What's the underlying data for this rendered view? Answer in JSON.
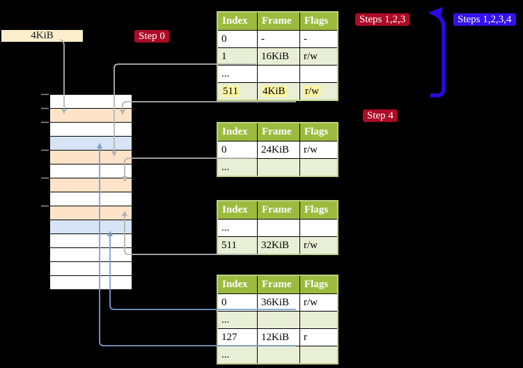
{
  "labels": {
    "frame_box": "4KiB",
    "step0": "Step 0",
    "steps123": "Steps 1,2,3",
    "steps1234": "Steps 1,2,3,4",
    "step4": "Step 4"
  },
  "colors": {
    "table_header_green": "#9cbb3e",
    "table_row_green": "#e9efd6",
    "highlight_yellow": "#fcf5a2",
    "frame_box_beige": "#fceecb",
    "memory_orange": "#fde3c8",
    "memory_blue": "#d6e4f5",
    "badge_red": "#ad0b26",
    "badge_blue": "#3312ec",
    "arrow_gray": "#b5b5b5",
    "arrow_steel_blue": "#7d9ecb",
    "big_arrow_blue": "#2b08e3"
  },
  "tables": [
    {
      "columns": [
        "Index",
        "Frame",
        "Flags"
      ],
      "rows": [
        {
          "cells": [
            "0",
            "-",
            "-"
          ]
        },
        {
          "cells": [
            "1",
            "16KiB",
            "r/w"
          ],
          "shaded": true
        },
        {
          "cells": [
            "...",
            "",
            ""
          ]
        },
        {
          "cells": [
            "511",
            "4KiB",
            "r/w"
          ],
          "shaded": true,
          "highlight": true
        }
      ]
    },
    {
      "columns": [
        "Index",
        "Frame",
        "Flags"
      ],
      "rows": [
        {
          "cells": [
            "0",
            "24KiB",
            "r/w"
          ]
        },
        {
          "cells": [
            "...",
            "",
            ""
          ],
          "shaded": true
        }
      ]
    },
    {
      "columns": [
        "Index",
        "Frame",
        "Flags"
      ],
      "rows": [
        {
          "cells": [
            "...",
            "",
            ""
          ]
        },
        {
          "cells": [
            "511",
            "32KiB",
            "r/w"
          ],
          "shaded": true
        }
      ]
    },
    {
      "columns": [
        "Index",
        "Frame",
        "Flags"
      ],
      "rows": [
        {
          "cells": [
            "0",
            "36KiB",
            "r/w"
          ]
        },
        {
          "cells": [
            "...",
            "",
            ""
          ],
          "shaded": true
        },
        {
          "cells": [
            "127",
            "12KiB",
            "r"
          ]
        },
        {
          "cells": [
            "...",
            "",
            ""
          ],
          "shaded": true
        }
      ]
    }
  ],
  "memory": {
    "rows": [
      "white",
      "orange",
      "white",
      "blue",
      "orange",
      "white",
      "orange",
      "white",
      "orange",
      "blue",
      "white",
      "white",
      "white",
      "white"
    ]
  }
}
